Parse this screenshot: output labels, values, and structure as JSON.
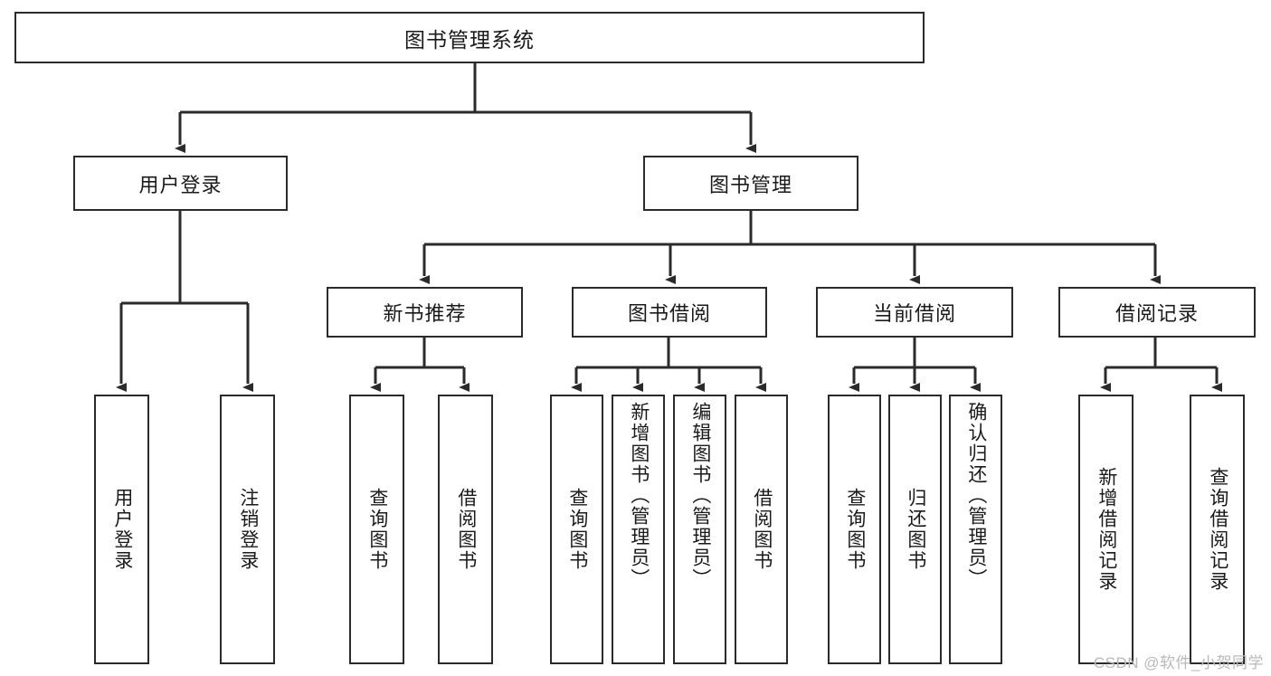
{
  "diagram": {
    "title": "图书管理系统",
    "watermark": "CSDN @软件_小贺同学",
    "edge_color": "#2b2b2b",
    "box_border_color": "#2b2b2b",
    "text_color": "#1a1a1a",
    "background": "#ffffff",
    "root": {
      "label": "图书管理系统"
    },
    "level2": [
      {
        "label": "用户登录"
      },
      {
        "label": "图书管理"
      }
    ],
    "level3": [
      {
        "label": "新书推荐"
      },
      {
        "label": "图书借阅"
      },
      {
        "label": "当前借阅"
      },
      {
        "label": "借阅记录"
      }
    ],
    "leaves": {
      "user_login": [
        {
          "label": "用户登录"
        },
        {
          "label": "注销登录"
        }
      ],
      "new_book": [
        {
          "label": "查询图书"
        },
        {
          "label": "借阅图书"
        }
      ],
      "book_borrow": [
        {
          "label": "查询图书"
        },
        {
          "label": "新增图书（管理员）"
        },
        {
          "label": "编辑图书（管理员）"
        },
        {
          "label": "借阅图书"
        }
      ],
      "current_borrow": [
        {
          "label": "查询图书"
        },
        {
          "label": "归还图书"
        },
        {
          "label": "确认归还（管理员）"
        }
      ],
      "borrow_record": [
        {
          "label": "新增借阅记录"
        },
        {
          "label": "查询借阅记录"
        }
      ]
    }
  }
}
